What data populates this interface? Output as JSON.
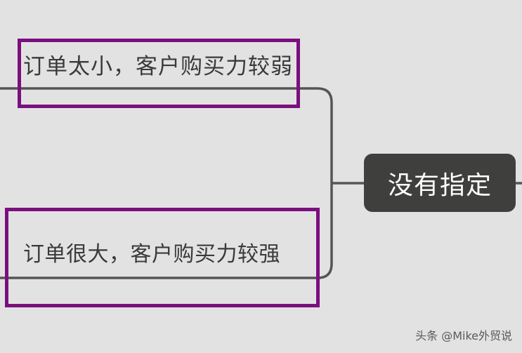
{
  "mindmap": {
    "center_node": "没有指定",
    "branches": [
      {
        "label": "订单太小，客户购买力较弱",
        "highlighted": true
      },
      {
        "label": "订单很大，客户购买力较强",
        "highlighted": true
      }
    ]
  },
  "watermark": "头条 @Mike外贸说",
  "colors": {
    "background": "#e3e2e3",
    "connector": "#555555",
    "highlight": "#7a0f7e",
    "center_node_fill": "#3f3f3e",
    "center_node_text": "#ffffff"
  }
}
